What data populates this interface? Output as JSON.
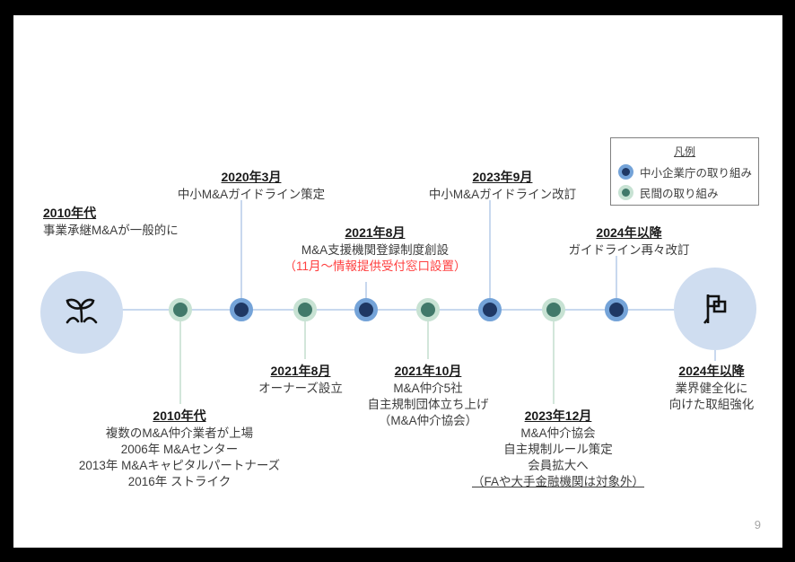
{
  "slide": {
    "page_number": "9",
    "legend": {
      "title": "凡例",
      "items": [
        {
          "label": "中小企業庁の取り組み",
          "dot": "agency-dot-icon"
        },
        {
          "label": "民間の取り組み",
          "dot": "private-dot-icon"
        }
      ]
    },
    "start": {
      "year": "2010年代",
      "line1": "事業承継M&Aが一般的に",
      "icon": "seedling-icon"
    },
    "end": {
      "icon": "flag-icon"
    },
    "events": {
      "e2020_03": {
        "year": "2020年3月",
        "line1": "中小M&Aガイドライン策定"
      },
      "e2021_08_top": {
        "year": "2021年8月",
        "line1": "M&A支援機関登録制度創設",
        "line2": "（11月～情報提供受付窓口設置）"
      },
      "e2023_09": {
        "year": "2023年9月",
        "line1": "中小M&Aガイドライン改訂"
      },
      "e2024_top": {
        "year": "2024年以降",
        "line1": "ガイドライン再々改訂"
      },
      "e2010s_bottom": {
        "year": "2010年代",
        "line1": "複数のM&A仲介業者が上場",
        "line2": "2006年 M&Aセンター",
        "line3": "2013年 M&Aキャピタルパートナーズ",
        "line4": "2016年 ストライク"
      },
      "e2021_08_bottom": {
        "year": "2021年8月",
        "line1": "オーナーズ設立"
      },
      "e2021_10": {
        "year": "2021年10月",
        "line1": "M&A仲介5社",
        "line2": "自主規制団体立ち上げ",
        "line3": "（M&A仲介協会）"
      },
      "e2023_12": {
        "year": "2023年12月",
        "line1": "M&A仲介協会",
        "line2": "自主規制ルール策定",
        "line3": "会員拡大へ",
        "line4": "（FAや大手金融機関は対象外）"
      },
      "e2024_bottom": {
        "year": "2024年以降",
        "line1": "業界健全化に",
        "line2": "向けた取組強化"
      }
    },
    "colors": {
      "agency_dot": "#1f3864",
      "agency_ring": "#74a3d8",
      "private_dot": "#41796a",
      "private_ring": "#c7e2d3",
      "line_blue": "#c8d8ee",
      "line_green": "#d2e6da",
      "big_circle_fill": "#cfddf0",
      "red_text": "#ff4040",
      "legend_border": "#808080",
      "page_number_gray": "#a6a6a6"
    }
  }
}
